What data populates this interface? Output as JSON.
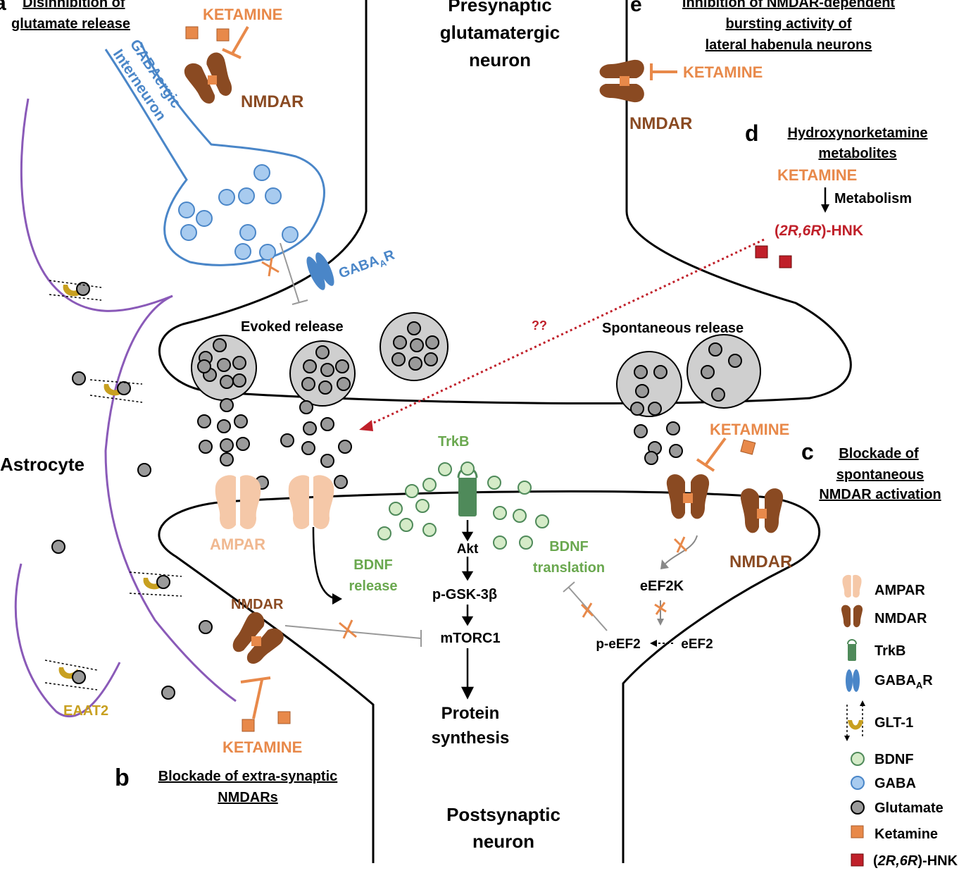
{
  "panels": {
    "a": {
      "letter": "a",
      "title_line1": "Disinhibition of",
      "title_line2": "glutamate release",
      "drug": "KETAMINE",
      "receptor": "NMDAR",
      "cell_line1": "GABAergic",
      "cell_line2": "Interneuron",
      "gabaa": "GABA",
      "gabaa_sub": "A",
      "gabaa_end": "R",
      "evoked": "Evoked release"
    },
    "b": {
      "letter": "b",
      "title_line1": "Blockade of extra-synaptic",
      "title_line2": "NMDARs",
      "receptor": "NMDAR",
      "drug": "KETAMINE"
    },
    "c": {
      "letter": "c",
      "title_line1": "Blockade of",
      "title_line2": "spontaneous",
      "title_line3": "NMDAR activation",
      "drug": "KETAMINE",
      "receptor": "NMDAR",
      "spontaneous": "Spontaneous release"
    },
    "d": {
      "letter": "d",
      "title_line1": "Hydroxynorketamine",
      "title_line2": "metabolites",
      "drug": "KETAMINE",
      "step": "Metabolism",
      "hnk_open": "(",
      "hnk_italic": "2R,6R",
      "hnk_close": ")-HNK",
      "unknown": "??"
    },
    "e": {
      "letter": "e",
      "title_line1": "Inhibition of NMDAR-dependent",
      "title_line2": "bursting activity of",
      "title_line3": "lateral habenula neurons",
      "drug": "KETAMINE",
      "receptor": "NMDAR"
    }
  },
  "cells": {
    "pre_line1": "Presynaptic",
    "pre_line2": "glutamatergic",
    "pre_line3": "neuron",
    "post_line1": "Postsynaptic",
    "post_line2": "neuron",
    "astrocyte": "Astrocyte",
    "eaat2": "EAAT2"
  },
  "pathway": {
    "trkb": "TrkB",
    "akt": "Akt",
    "gsk": "p-GSK-3β",
    "mtorc1": "mTORC1",
    "protein_line1": "Protein",
    "protein_line2": "synthesis",
    "bdnf_release_1": "BDNF",
    "bdnf_release_2": "release",
    "bdnf_trans_1": "BDNF",
    "bdnf_trans_2": "translation",
    "eef2k": "eEF2K",
    "peef2": "p-eEF2",
    "eef2": "eEF2",
    "ampar": "AMPAR"
  },
  "legend": {
    "ampar": "AMPAR",
    "nmdar": "NMDAR",
    "trkb": "TrkB",
    "gabaa": "GABA",
    "gabaa_sub": "A",
    "gabaa_end": "R",
    "glt1": "GLT-1",
    "bdnf": "BDNF",
    "gaba": "GABA",
    "glutamate": "Glutamate",
    "ketamine": "Ketamine",
    "hnk_open": "(",
    "hnk_italic": "2R,6R",
    "hnk_close": ")-HNK"
  },
  "colors": {
    "ketamine": "#e8894a",
    "nmdar": "#8a4a22",
    "ampar": "#f5c8a8",
    "gaba_blue": "#4a86c8",
    "bdnf_green": "#6aa84f",
    "trkb": "#4f8a5a",
    "hnk_red": "#c0202a",
    "astro_purple": "#8a5ab8",
    "glt": "#c8a020",
    "glutamate": "#9a9a9a"
  }
}
